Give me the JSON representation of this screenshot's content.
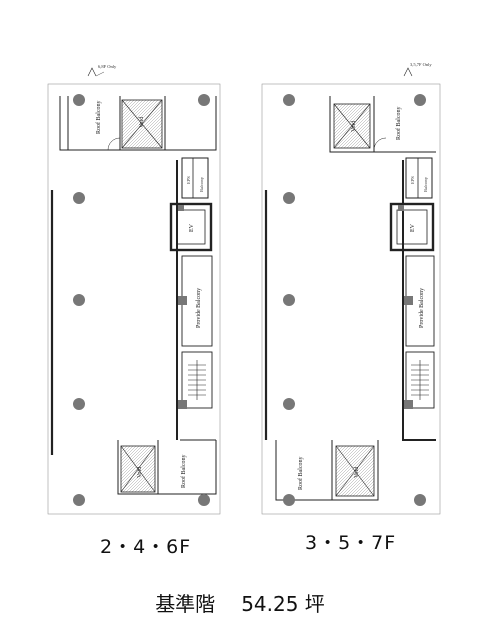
{
  "plan_left": {
    "floors_label": "2・4・6F",
    "annotation_top": "6,8F Only",
    "rooms": {
      "roof_balcony_top": "Roof Balcony",
      "void_top": "Void",
      "eps": "EPS",
      "balcony": "Balcony",
      "ev": "EV",
      "private_balcony": "Provide Balcony",
      "void_bottom": "Void",
      "roof_balcony_bottom": "Roof Balcony"
    }
  },
  "plan_right": {
    "floors_label": "3・5・7F",
    "annotation_top": "3,5,7F Only",
    "rooms": {
      "void_top": "Void",
      "roof_balcony_top": "Roof Balcony",
      "eps": "EPS",
      "balcony": "Balcony",
      "ev": "EV",
      "private_balcony": "Provide Balcony",
      "roof_balcony_bottom": "Roof Balcony",
      "void_bottom": "Void"
    }
  },
  "footer": {
    "title": "基準階",
    "area": "54.25 坪"
  }
}
